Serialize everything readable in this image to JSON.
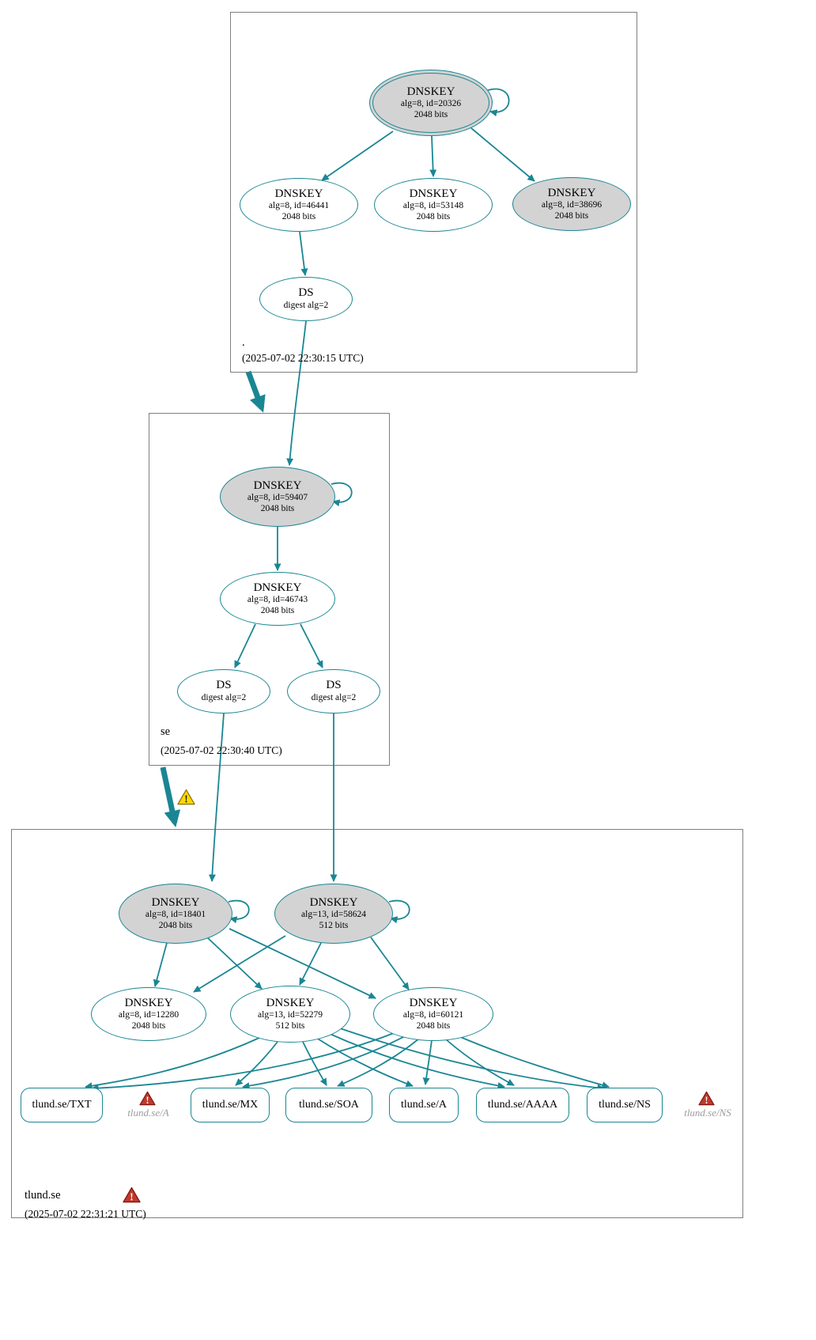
{
  "colors": {
    "edge": "#1a8693",
    "sep_fill": "#d3d3d3",
    "ghost_text": "#9c9c9c",
    "warning": "#ffd700",
    "error": "#c0392b",
    "zone_border": "#7f7f7f"
  },
  "zones": {
    "root": {
      "label": ".",
      "timestamp": "(2025-07-02 22:30:15 UTC)",
      "ksk": {
        "type": "DNSKEY",
        "meta": "alg=8, id=20326",
        "bits": "2048 bits"
      },
      "zsk1": {
        "type": "DNSKEY",
        "meta": "alg=8, id=46441",
        "bits": "2048 bits"
      },
      "zsk2": {
        "type": "DNSKEY",
        "meta": "alg=8, id=53148",
        "bits": "2048 bits"
      },
      "ksk2": {
        "type": "DNSKEY",
        "meta": "alg=8, id=38696",
        "bits": "2048 bits"
      },
      "ds": {
        "type": "DS",
        "meta": "digest alg=2"
      }
    },
    "se": {
      "label": "se",
      "timestamp": "(2025-07-02 22:30:40 UTC)",
      "ksk": {
        "type": "DNSKEY",
        "meta": "alg=8, id=59407",
        "bits": "2048 bits"
      },
      "zsk": {
        "type": "DNSKEY",
        "meta": "alg=8, id=46743",
        "bits": "2048 bits"
      },
      "ds1": {
        "type": "DS",
        "meta": "digest alg=2"
      },
      "ds2": {
        "type": "DS",
        "meta": "digest alg=2"
      }
    },
    "tlund": {
      "label": "tlund.se",
      "timestamp": "(2025-07-02 22:31:21 UTC)",
      "ksk1": {
        "type": "DNSKEY",
        "meta": "alg=8, id=18401",
        "bits": "2048 bits"
      },
      "ksk2": {
        "type": "DNSKEY",
        "meta": "alg=13, id=58624",
        "bits": "512 bits"
      },
      "zsk1": {
        "type": "DNSKEY",
        "meta": "alg=8, id=12280",
        "bits": "2048 bits"
      },
      "zsk2": {
        "type": "DNSKEY",
        "meta": "alg=13, id=52279",
        "bits": "512 bits"
      },
      "zsk3": {
        "type": "DNSKEY",
        "meta": "alg=8, id=60121",
        "bits": "2048 bits"
      },
      "records": {
        "txt": {
          "label": "tlund.se/TXT"
        },
        "mx": {
          "label": "tlund.se/MX"
        },
        "soa": {
          "label": "tlund.se/SOA"
        },
        "a": {
          "label": "tlund.se/A"
        },
        "aaaa": {
          "label": "tlund.se/AAAA"
        },
        "ns": {
          "label": "tlund.se/NS"
        }
      },
      "ghosts": {
        "a": {
          "label": "tlund.se/A"
        },
        "ns": {
          "label": "tlund.se/NS"
        }
      }
    }
  }
}
